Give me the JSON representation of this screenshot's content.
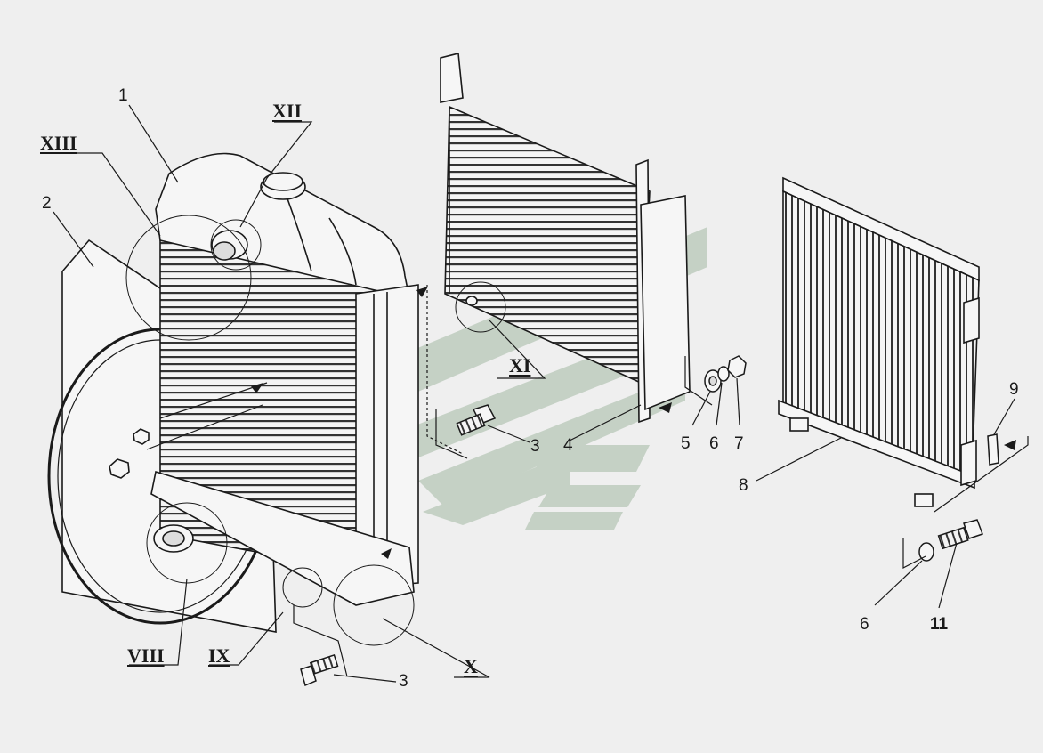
{
  "callouts": {
    "n1": "1",
    "n2": "2",
    "n3a": "3",
    "n3b": "3",
    "n4": "4",
    "n5": "5",
    "n6a": "6",
    "n6b": "6",
    "n7": "7",
    "n8": "8",
    "n9": "9",
    "n11": "11"
  },
  "views": {
    "viii": "VIII",
    "ix": "IX",
    "x": "X",
    "xi": "XI",
    "xii": "XII",
    "xiii": "XIII"
  },
  "colors": {
    "background": "#efefef",
    "line": "#1a1a1a",
    "watermark": "#b8c8b8"
  }
}
